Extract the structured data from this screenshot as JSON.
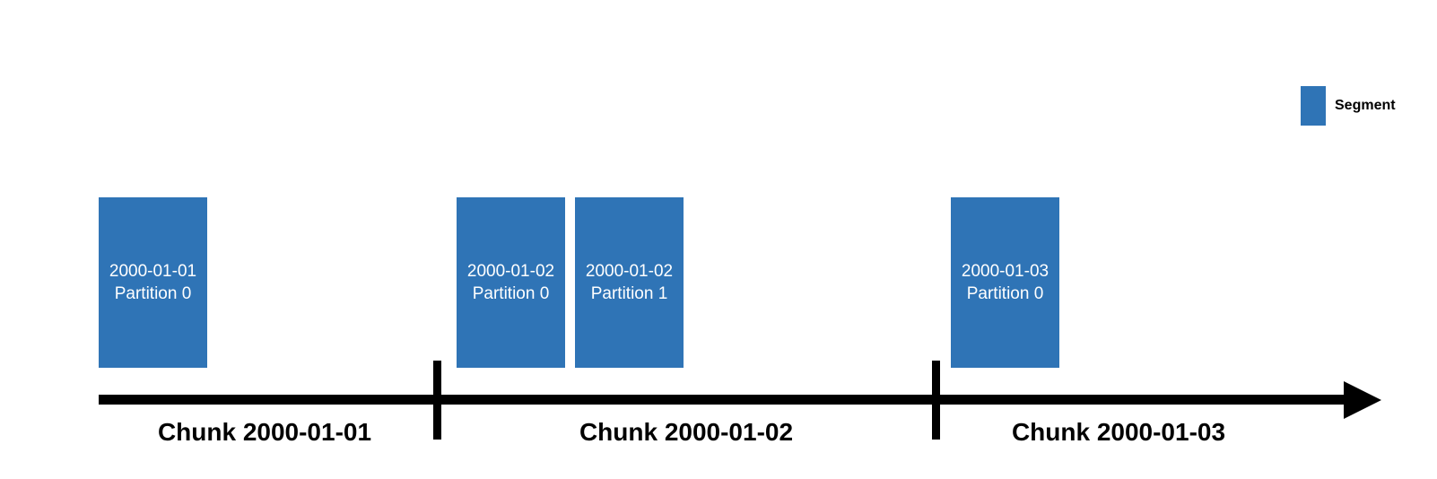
{
  "legend": {
    "label": "Segment",
    "color": "#2f74b6"
  },
  "segments": [
    {
      "date": "2000-01-01",
      "partition": "Partition 0"
    },
    {
      "date": "2000-01-02",
      "partition": "Partition 0"
    },
    {
      "date": "2000-01-02",
      "partition": "Partition 1"
    },
    {
      "date": "2000-01-03",
      "partition": "Partition 0"
    }
  ],
  "chunks": [
    {
      "label": "Chunk 2000-01-01"
    },
    {
      "label": "Chunk 2000-01-02"
    },
    {
      "label": "Chunk 2000-01-03"
    }
  ],
  "colors": {
    "segment": "#2f74b6",
    "segment_text": "#ffffff",
    "axis": "#000000"
  }
}
